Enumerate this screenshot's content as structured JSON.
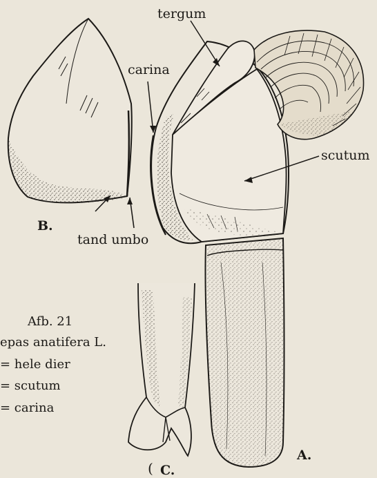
{
  "labels": {
    "tergum": "tergum",
    "carina": "carina",
    "scutum": "scutum",
    "b": "B.",
    "tand_umbo": "tand umbo",
    "a": "A.",
    "c": "C."
  },
  "caption": {
    "figure": "Afb. 21",
    "species": "epas anatifera L.",
    "line_a": "= hele dier",
    "line_b": "= scutum",
    "line_c": "= carina",
    "bracket": "("
  },
  "colors": {
    "paper": "#ebe6da",
    "ink": "#1c1a17",
    "stipple": "#3a3630"
  }
}
